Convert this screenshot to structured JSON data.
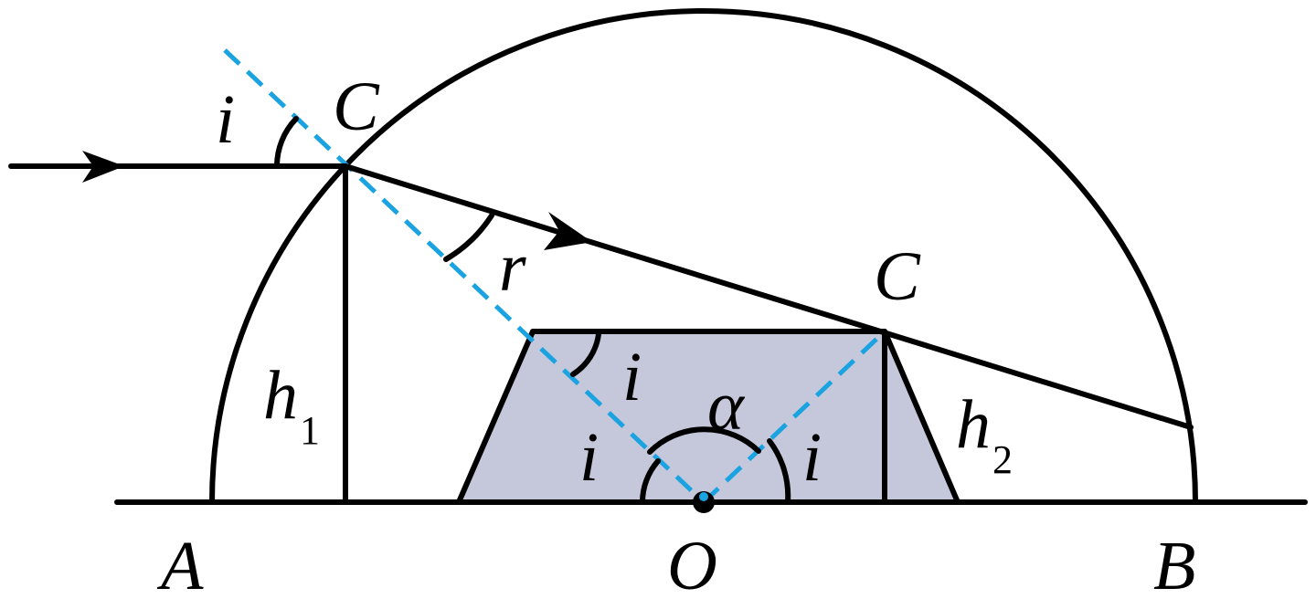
{
  "colors": {
    "line": "#000000",
    "normal_dashed": "#1aa3e0",
    "trapezoid_fill": "#c4c8da"
  },
  "labels": {
    "point_A": "A",
    "point_O": "O",
    "point_B": "B",
    "point_C_top": "C",
    "point_C_mid": "C",
    "angle_incidence_outer": "i",
    "angle_refraction": "r",
    "angle_i_upper": "i",
    "angle_i_left": "i",
    "angle_i_right": "i",
    "angle_alpha": "α",
    "height_1": "h",
    "height_1_sub": "1",
    "height_2": "h",
    "height_2_sub": "2"
  }
}
